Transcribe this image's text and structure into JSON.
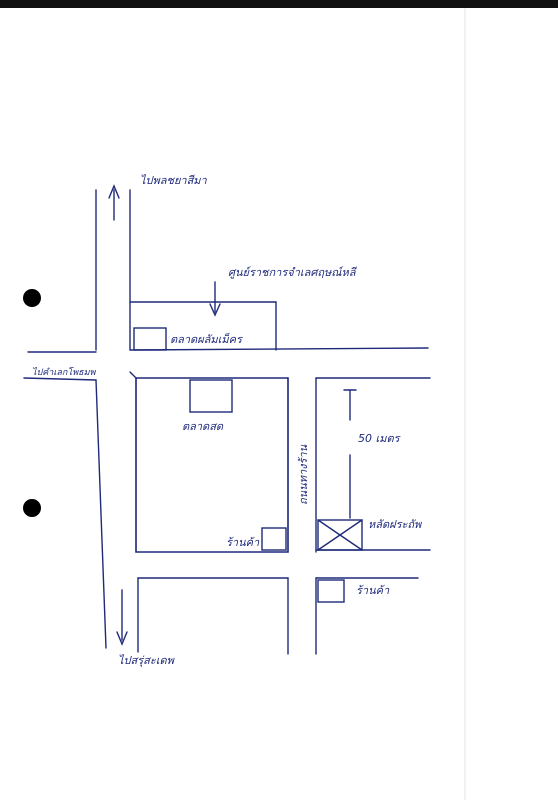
{
  "labels": {
    "road_top": "ไปพลชยาสีมา",
    "office": "ศูนย์ราชการจำเลศฤษณ์หลี",
    "market_label": "ตลาดผลัมเม็คร",
    "road_left": "ไปคำเลกโพธมพ",
    "market": "ตลาดสด",
    "side_street": "ถนนทางร้าน",
    "distance": "50 เมตร",
    "bank": "หลัดฝระถัพ",
    "shop_1": "ร้านค้า",
    "shop_2": "ร้านค้า",
    "road_bottom": "ไปสรุ่สะเดพ"
  }
}
